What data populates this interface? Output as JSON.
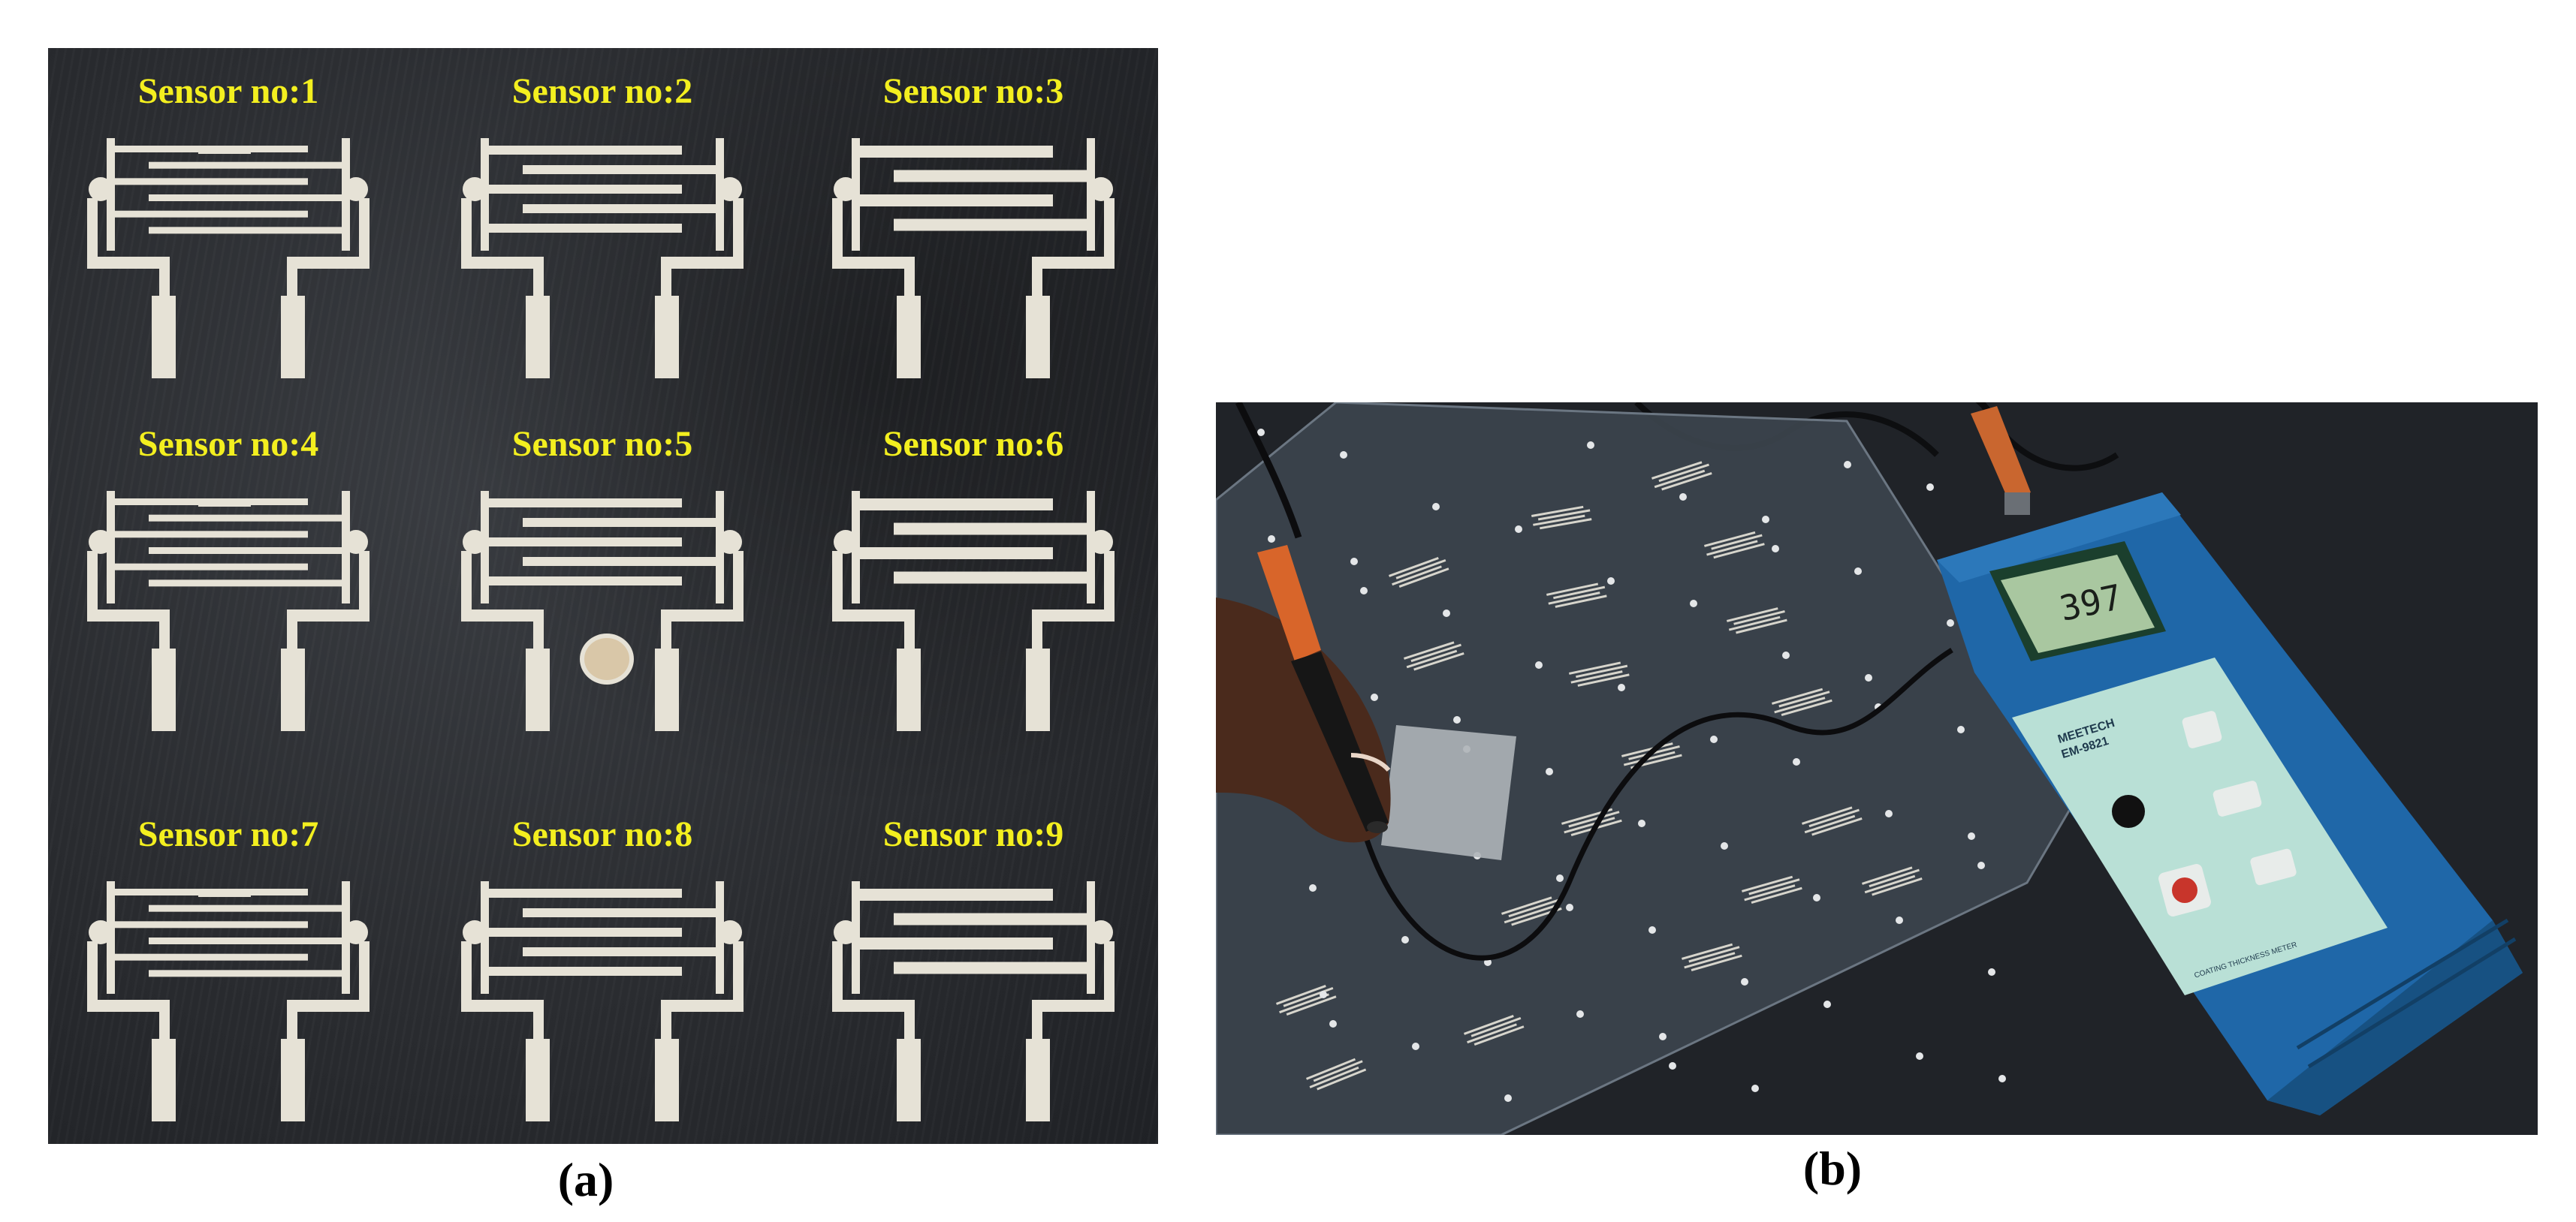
{
  "panel_a": {
    "sensors": [
      {
        "label": "Sensor no:1",
        "fingers": 6
      },
      {
        "label": "Sensor no:2",
        "fingers": 5
      },
      {
        "label": "Sensor no:3",
        "fingers": 4
      },
      {
        "label": "Sensor no:4",
        "fingers": 6
      },
      {
        "label": "Sensor no:5",
        "fingers": 5
      },
      {
        "label": "Sensor no:6",
        "fingers": 4
      },
      {
        "label": "Sensor no:7",
        "fingers": 6
      },
      {
        "label": "Sensor no:8",
        "fingers": 5
      },
      {
        "label": "Sensor no:9",
        "fingers": 4
      }
    ],
    "caption": "(a)"
  },
  "panel_b": {
    "meter_reading": "397",
    "meter_brand": "MEETECH",
    "meter_model": "EM-9821",
    "meter_name": "COATING THICKNESS METER",
    "caption": "(b)"
  },
  "colors": {
    "label_yellow": "#f3ef1f",
    "trace": "#e6e2d6",
    "meter_body": "#1f67a8",
    "meter_panel": "#b9e0d6",
    "lcd": "#a9c7a0"
  }
}
